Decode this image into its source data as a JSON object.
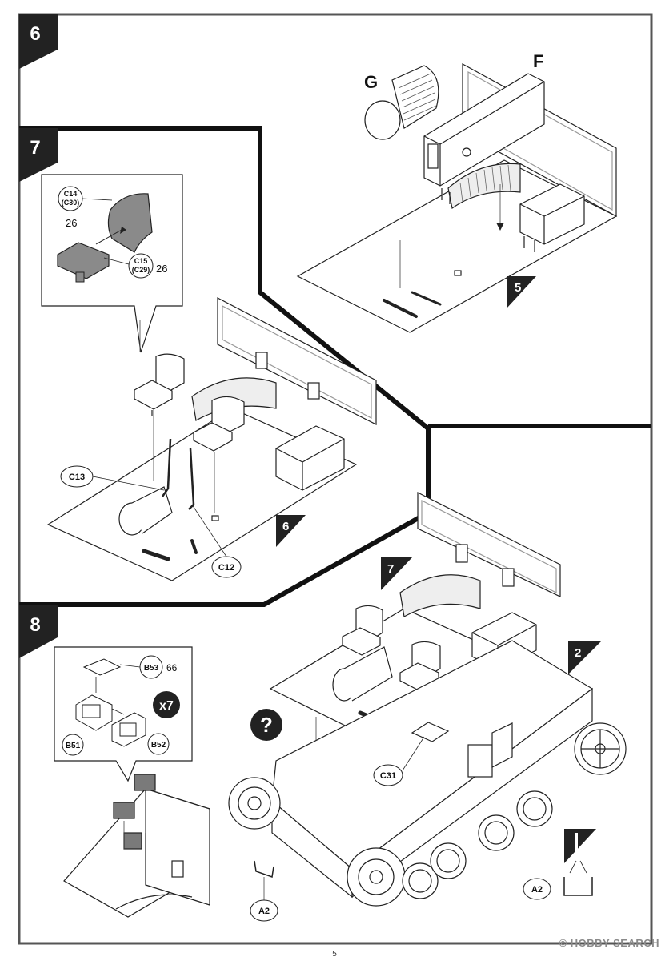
{
  "steps": [
    {
      "number": "6",
      "parts": [
        "G",
        "F"
      ],
      "refs": [
        "5"
      ]
    },
    {
      "number": "7",
      "parts": [
        "C14",
        "(C30)",
        "C15",
        "(C29)",
        "C13",
        "C12"
      ],
      "quantities": [
        "26",
        "26"
      ],
      "refs": [
        "6"
      ]
    },
    {
      "number": "8",
      "parts": [
        "B53",
        "B51",
        "B52",
        "C31",
        "A2",
        "A2"
      ],
      "quantities": [
        "66"
      ],
      "multiplier": "x7",
      "refs": [
        "7",
        "2"
      ],
      "question_icon": "?"
    }
  ],
  "page_number": "5",
  "watermark": {
    "prefix": "©",
    "text": "HOBBY SEARCH"
  },
  "icons": {
    "question": "question-icon",
    "drill": "drill-icon"
  }
}
